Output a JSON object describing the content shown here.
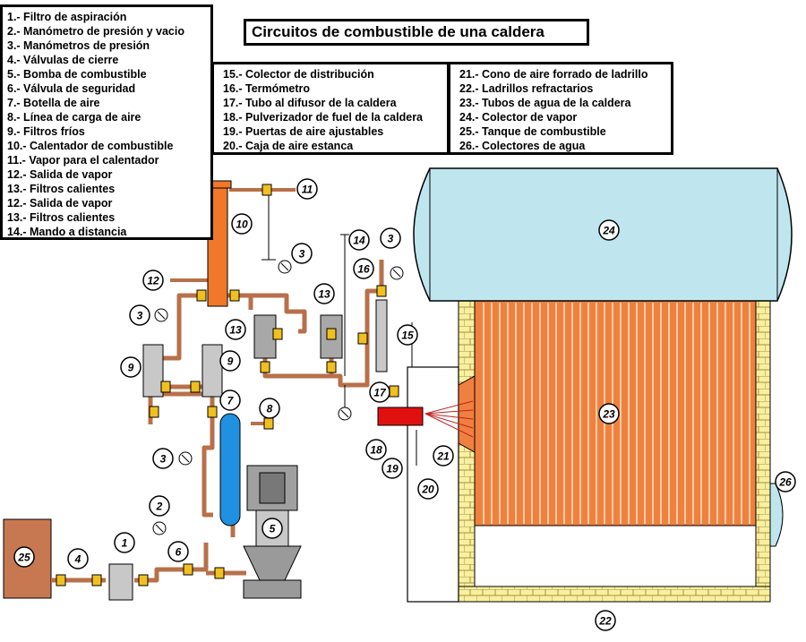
{
  "title": "Circuitos de combustible de una caldera",
  "legend_col1": [
    "1.- Filtro de aspiración",
    "2.- Manómetro de presión y vacio",
    "3.- Manómetros de presión",
    "4.- Válvulas de cierre",
    "5.- Bomba de combustible",
    "6.- Válvula de seguridad",
    "7.- Botella de aire",
    "8.- Línea de carga de aire",
    "9.- Filtros fríos",
    "10.- Calentador de combustible",
    "11.- Vapor para el calentador",
    "12.- Salida de vapor",
    "13.- Filtros calientes",
    "12.- Salida de vapor",
    "13.- Filtros calientes",
    "14.- Mando a distancia"
  ],
  "legend_col2": [
    "15.- Colector de distribución",
    "16.- Termómetro",
    "17.- Tubo al difusor de la caldera",
    "18.- Pulverizador de fuel de la caldera",
    "19.- Puertas de aire ajustables",
    "20.- Caja de aire estanca"
  ],
  "legend_col3": [
    "21.- Cono de aire forrado de ladrillo",
    "22.- Ladrillos refractarios",
    "23.- Tubos de agua de la caldera",
    "24.- Colector de vapor",
    "25.- Tanque de combustible",
    "26.- Colectores de agua"
  ],
  "callouts": [
    "1",
    "2",
    "3",
    "3",
    "3",
    "3",
    "4",
    "5",
    "6",
    "7",
    "8",
    "9",
    "9",
    "10",
    "11",
    "12",
    "13",
    "13",
    "14",
    "15",
    "16",
    "17",
    "18",
    "19",
    "20",
    "21",
    "22",
    "23",
    "24",
    "25",
    "26"
  ],
  "colors": {
    "pipe": "#b8704a",
    "heater": "#f07828",
    "air_bottle": "#2090e0",
    "valve": "#f0c020",
    "steam_drum": "#bfe6ee",
    "boiler_tubes": "#f08040",
    "brick": "#f8f0a0",
    "fuel_tank": "#c87850",
    "burner": "#e01010",
    "pump": "#9a9a9a"
  }
}
